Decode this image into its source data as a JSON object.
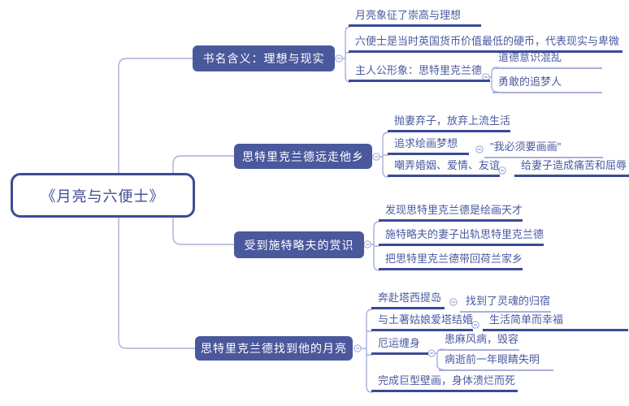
{
  "root": {
    "label": "《月亮与六便士》"
  },
  "branches": [
    {
      "label": "书名含义：理想与现实",
      "children": [
        {
          "label": "月亮象征了崇高与理想"
        },
        {
          "label": "六便士是当时英国货币价值最低的硬币，代表现实与卑微"
        },
        {
          "label": "主人公形象：思特里克兰德",
          "children": [
            {
              "label": "道德意识混乱"
            },
            {
              "label": "勇敢的追梦人"
            }
          ]
        }
      ]
    },
    {
      "label": "思特里克兰德远走他乡",
      "children": [
        {
          "label": "抛妻弃子，放弃上流生活"
        },
        {
          "label": "追求绘画梦想",
          "children": [
            {
              "label": "\"我必须要画画\""
            }
          ]
        },
        {
          "label": "嘲弄婚姻、爱情、友谊",
          "children": [
            {
              "label": "给妻子造成痛苦和屈辱"
            }
          ]
        }
      ]
    },
    {
      "label": "受到施特略夫的赏识",
      "children": [
        {
          "label": "发现思特里克兰德是绘画天才"
        },
        {
          "label": "施特略夫的妻子出轨思特里克兰德"
        },
        {
          "label": "把思特里克兰德带回荷兰家乡"
        }
      ]
    },
    {
      "label": "思特里克兰德找到他的月亮",
      "children": [
        {
          "label": "奔赴塔西提岛",
          "children": [
            {
              "label": "找到了灵魂的归宿"
            }
          ]
        },
        {
          "label": "与土著姑娘爱塔结婚",
          "children": [
            {
              "label": "生活简单而幸福"
            }
          ]
        },
        {
          "label": "厄运缠身",
          "children": [
            {
              "label": "患麻风病，毁容"
            },
            {
              "label": "病逝前一年眼睛失明"
            }
          ]
        },
        {
          "label": "完成巨型壁画，身体溃烂而死"
        }
      ]
    }
  ],
  "colors": {
    "branch_fill": "#4a589c",
    "root_border": "#3b4b96",
    "leaf_text": "#4b5aa0",
    "underline_dark": "#3b4a97",
    "line_light": "#a9afd9",
    "background": "#ffffff"
  },
  "icons": {
    "collapse": "collapse-minus-circle"
  }
}
